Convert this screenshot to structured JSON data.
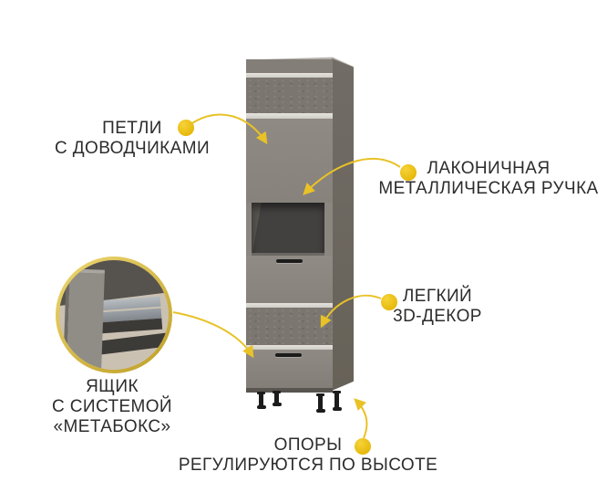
{
  "page": {
    "background": "#ffffff",
    "description_type": "annotated furniture feature diagram"
  },
  "annotations": {
    "hinges": {
      "lines": [
        "ПЕТЛИ",
        "С ДОВОДЧИКАМИ"
      ]
    },
    "handle": {
      "lines": [
        "ЛАКОНИЧНАЯ",
        "МЕТАЛЛИЧЕСКАЯ РУЧКА"
      ]
    },
    "decor": {
      "lines": [
        "ЛЕГКИЙ",
        "3D-ДЕКОР"
      ]
    },
    "drawer": {
      "lines": [
        "ЯЩИК",
        "С СИСТЕМОЙ",
        "«МЕТАБОКС»"
      ]
    },
    "legs": {
      "lines": [
        "ОПОРЫ",
        "РЕГУЛИРУЮТСЯ ПО ВЫСОТЕ"
      ]
    }
  },
  "icons": {
    "callout_dot": "filled yellow circle marker",
    "callout_arrow": "curved yellow arrow with triangular head"
  },
  "colors": {
    "accent_yellow": "#e8c227",
    "dot_yellow_light": "#f6d339",
    "dot_yellow_dark": "#e5b607",
    "text": "#2c2c2c",
    "cabinet_front_gray": "#8b8680",
    "cabinet_side_gray": "#6e6963",
    "decor_texture_gray": "#7b766f",
    "trim_strip_light": "#dcd9d4",
    "niche_interior": "#3f3d3a",
    "legs_black": "#1b1b1b",
    "inset_ring_gold": "#d9bd4a",
    "inset_floor_beige": "#cbc1b3"
  }
}
